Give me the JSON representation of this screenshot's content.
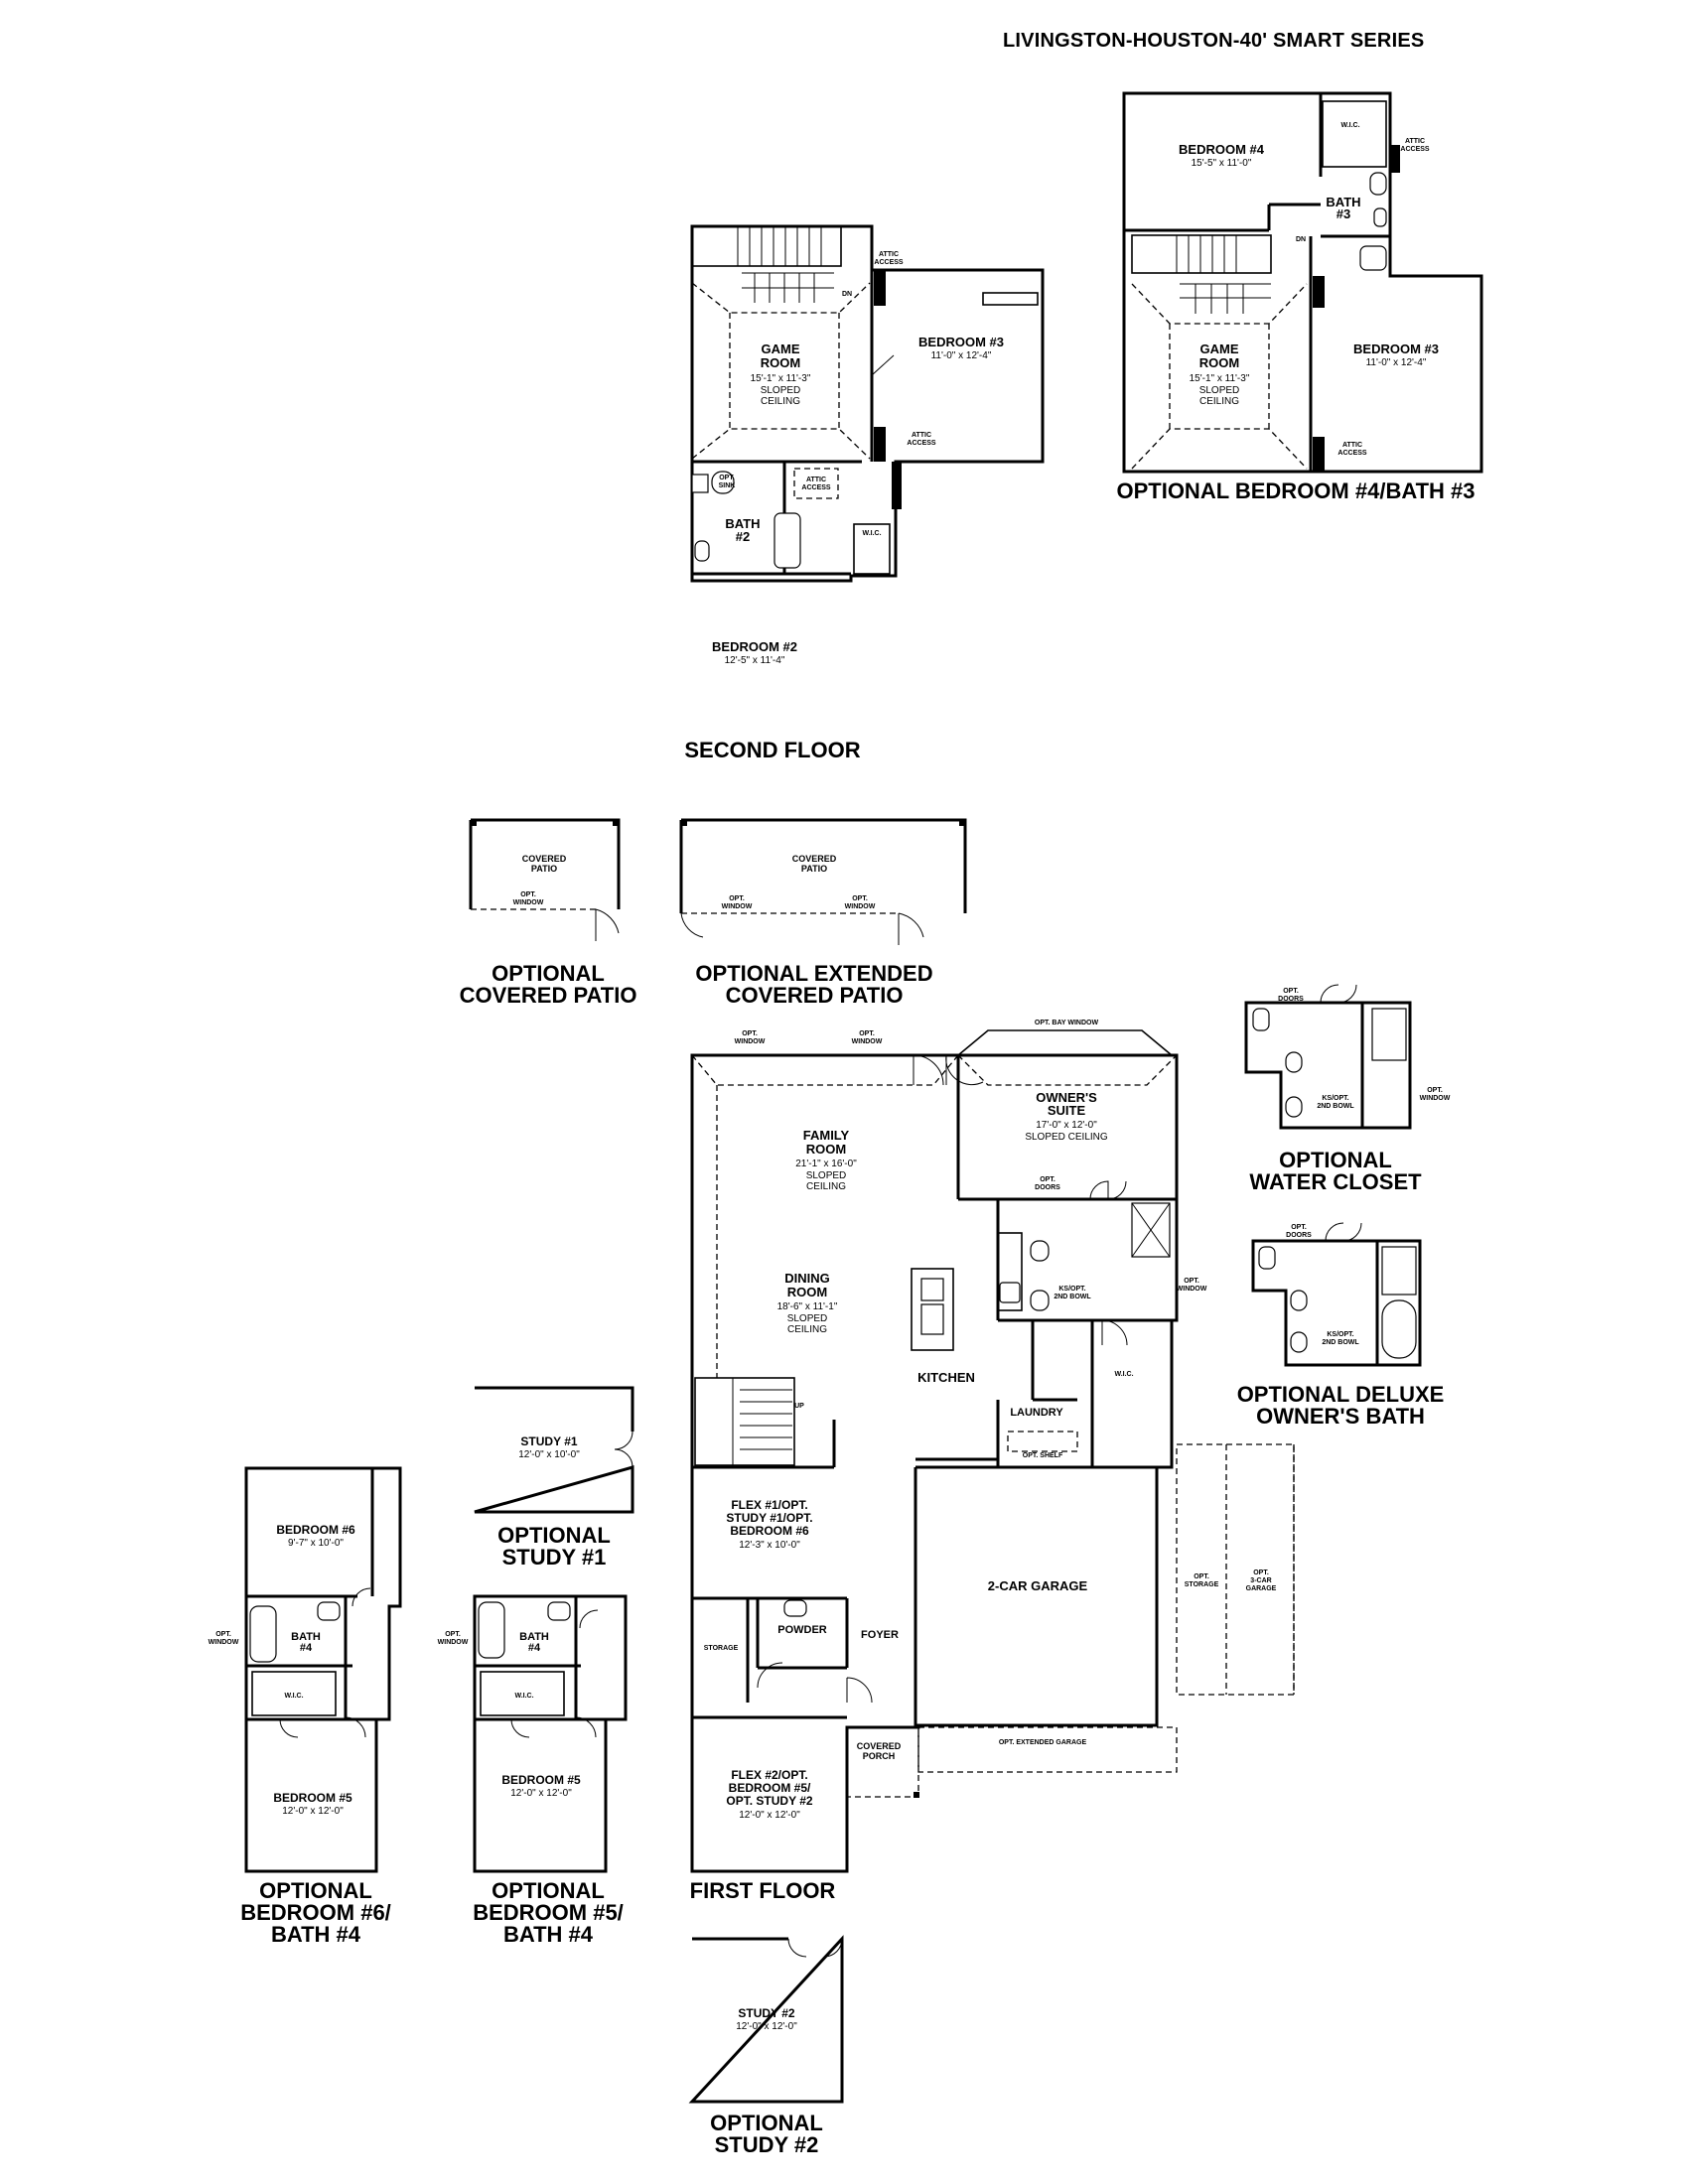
{
  "series_title": "LIVINGSTON-HOUSTON-40' SMART SERIES",
  "captions": {
    "second_floor": "SECOND FLOOR",
    "opt_bed4_bath3": "OPTIONAL BEDROOM #4/BATH #3",
    "opt_covered_patio": [
      "OPTIONAL",
      "COVERED PATIO"
    ],
    "opt_ext_covered_patio": [
      "OPTIONAL EXTENDED",
      "COVERED PATIO"
    ],
    "opt_water_closet": [
      "OPTIONAL",
      "WATER CLOSET"
    ],
    "opt_deluxe_owners_bath": [
      "OPTIONAL DELUXE",
      "OWNER'S BATH"
    ],
    "opt_study1": [
      "OPTIONAL",
      "STUDY #1"
    ],
    "first_floor": "FIRST FLOOR",
    "opt_bed6_bath4": [
      "OPTIONAL",
      "BEDROOM #6/",
      "BATH #4"
    ],
    "opt_bed5_bath4": [
      "OPTIONAL",
      "BEDROOM #5/",
      "BATH #4"
    ],
    "opt_study2": [
      "OPTIONAL",
      "STUDY #2"
    ]
  },
  "second_floor": {
    "game_room": {
      "name": [
        "GAME",
        "ROOM"
      ],
      "dims": "15'-1\" x 11'-3\"",
      "notes": [
        "SLOPED",
        "CEILING"
      ]
    },
    "bedroom3": {
      "name": "BEDROOM #3",
      "dims": "11'-0\" x 12'-4\""
    },
    "bedroom2": {
      "name": "BEDROOM #2",
      "dims": "12'-5\" x 11'-4\""
    },
    "bath2": [
      "BATH",
      "#2"
    ],
    "wic": "W.I.C.",
    "attic_access": [
      "ATTIC",
      "ACCESS"
    ],
    "opt_sink": [
      "OPT.",
      "SINK"
    ],
    "dn": "DN"
  },
  "opt_bed4_bath3_plan": {
    "bedroom4": {
      "name": "BEDROOM #4",
      "dims": "15'-5\" x 11'-0\""
    },
    "bath3": [
      "BATH",
      "#3"
    ],
    "wic": "W.I.C.",
    "attic_access": [
      "ATTIC",
      "ACCESS"
    ],
    "game_room": {
      "name": [
        "GAME",
        "ROOM"
      ],
      "dims": "15'-1\" x 11'-3\"",
      "notes": [
        "SLOPED",
        "CEILING"
      ]
    },
    "bedroom3": {
      "name": "BEDROOM #3",
      "dims": "11'-0\" x 12'-4\""
    },
    "dn": "DN"
  },
  "covered_patio": {
    "name": [
      "COVERED",
      "PATIO"
    ],
    "opt_window": [
      "OPT.",
      "WINDOW"
    ]
  },
  "first_floor": {
    "family_room": {
      "name": [
        "FAMILY",
        "ROOM"
      ],
      "dims": "21'-1\" x 16'-0\"",
      "notes": [
        "SLOPED",
        "CEILING"
      ]
    },
    "dining_room": {
      "name": [
        "DINING",
        "ROOM"
      ],
      "dims": "18'-6\" x 11'-1\"",
      "notes": [
        "SLOPED",
        "CEILING"
      ]
    },
    "owners_suite": {
      "name": [
        "OWNER'S",
        "SUITE"
      ],
      "dims": "17'-0\" x 12'-0\"",
      "notes": [
        "SLOPED CEILING"
      ]
    },
    "kitchen": "KITCHEN",
    "laundry": "LAUNDRY",
    "wic": "W.I.C.",
    "flex1": {
      "name": [
        "FLEX #1/OPT.",
        "STUDY #1/OPT.",
        "BEDROOM #6"
      ],
      "dims": "12'-3\" x 10'-0\""
    },
    "garage": "2-CAR GARAGE",
    "storage": "STORAGE",
    "powder": "POWDER",
    "foyer": "FOYER",
    "covered_porch": [
      "COVERED",
      "PORCH"
    ],
    "flex2": {
      "name": [
        "FLEX #2/OPT.",
        "BEDROOM #5/",
        "OPT. STUDY #2"
      ],
      "dims": "12'-0\" x 12'-0\""
    },
    "opt_window": [
      "OPT.",
      "WINDOW"
    ],
    "opt_bay_window": "OPT. BAY WINDOW",
    "opt_doors": [
      "OPT.",
      "DOORS"
    ],
    "ks_opt_2nd_bowl": [
      "KS/OPT.",
      "2ND BOWL"
    ],
    "opt_shelf": "OPT. SHELF",
    "opt_storage": [
      "OPT.",
      "STORAGE"
    ],
    "opt_3car_garage": [
      "OPT.",
      "3-CAR",
      "GARAGE"
    ],
    "opt_extended_garage": "OPT. EXTENDED GARAGE",
    "up": "UP"
  },
  "opt_water_closet_plan": {
    "opt_doors": [
      "OPT.",
      "DOORS"
    ],
    "ks_opt_2nd_bowl": [
      "KS/OPT.",
      "2ND BOWL"
    ],
    "opt_window": [
      "OPT.",
      "WINDOW"
    ]
  },
  "opt_deluxe_bath_plan": {
    "opt_doors": [
      "OPT.",
      "DOORS"
    ],
    "ks_opt_2nd_bowl": [
      "KS/OPT.",
      "2ND BOWL"
    ]
  },
  "study1": {
    "name": "STUDY #1",
    "dims": "12'-0\" x 10'-0\""
  },
  "study2": {
    "name": "STUDY #2",
    "dims": "12'-0\" x 12'-0\""
  },
  "opt_bed6_plan": {
    "bedroom6": {
      "name": "BEDROOM #6",
      "dims": "9'-7\" x 10'-0\""
    },
    "bath4": [
      "BATH",
      "#4"
    ],
    "wic": "W.I.C.",
    "bedroom5": {
      "name": "BEDROOM #5",
      "dims": "12'-0\" x 12'-0\""
    },
    "opt_window": [
      "OPT.",
      "WINDOW"
    ]
  },
  "opt_bed5_plan": {
    "bath4": [
      "BATH",
      "#4"
    ],
    "wic": "W.I.C.",
    "bedroom5": {
      "name": "BEDROOM #5",
      "dims": "12'-0\" x 12'-0\""
    },
    "opt_window": [
      "OPT.",
      "WINDOW"
    ]
  }
}
